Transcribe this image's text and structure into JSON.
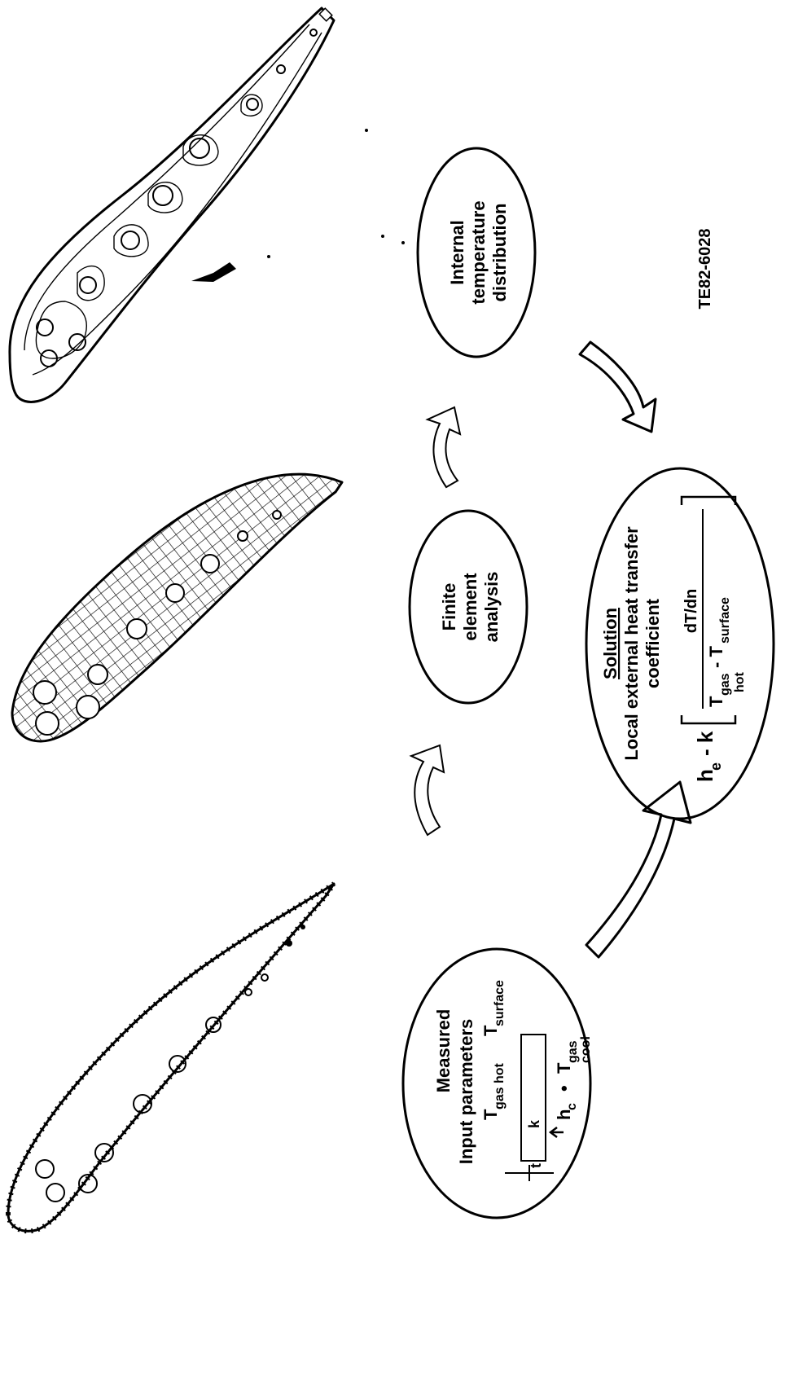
{
  "diagram": {
    "figure_id": "TE82-6028",
    "nodes": {
      "input": {
        "title_line1": "Measured",
        "title_line2": "Input  parameters",
        "t_gas_hot": "T",
        "t_gas_hot_sub": "gas hot",
        "t_surface": "T",
        "t_surface_sub": "surface",
        "k": "k",
        "t": "t",
        "h_c": "h",
        "h_c_sub": "c",
        "t_gas_cool": "T",
        "t_gas_cool_sub1": "gas",
        "t_gas_cool_sub2": "cool"
      },
      "fea": {
        "line1": "Finite",
        "line2": "element",
        "line3": "analysis"
      },
      "internal": {
        "line1": "Internal",
        "line2": "temperature",
        "line3": "distribution"
      },
      "solution": {
        "title": "Solution",
        "line1": "Local external heat transfer",
        "line2": "coefficient",
        "he": "h",
        "he_sub": "e",
        "eq_k": "- k",
        "numerator": "dT/dn",
        "denominator": "T",
        "denominator_sub": "gas",
        "denominator_sub2": "hot",
        "minus_t": "- T",
        "minus_t_sub": "surface"
      }
    },
    "panels": [
      "airfoil-with-thermocouples",
      "airfoil-finite-element-mesh",
      "airfoil-isotherm-contours"
    ]
  }
}
